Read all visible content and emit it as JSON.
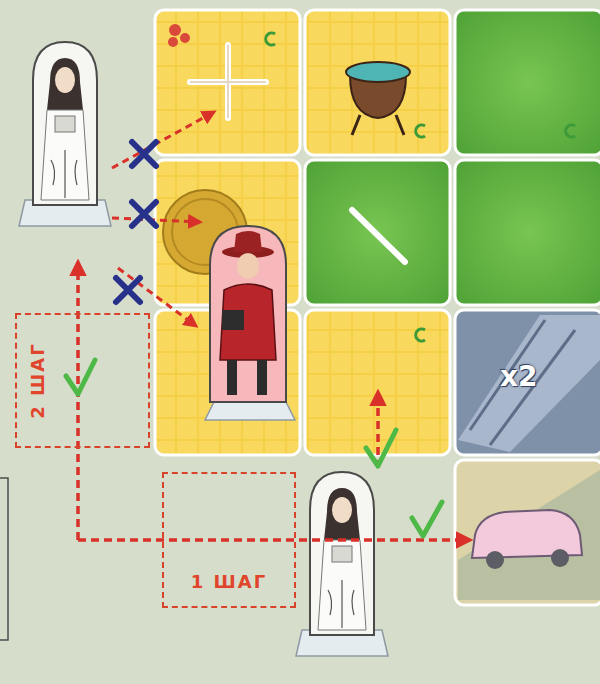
{
  "diagram": {
    "nodes": [
      {
        "text": [
          "2 ШАГ"
        ]
      },
      {
        "text": [
          "1 ШАГ"
        ]
      }
    ],
    "labels": [
      "x2"
    ]
  }
}
